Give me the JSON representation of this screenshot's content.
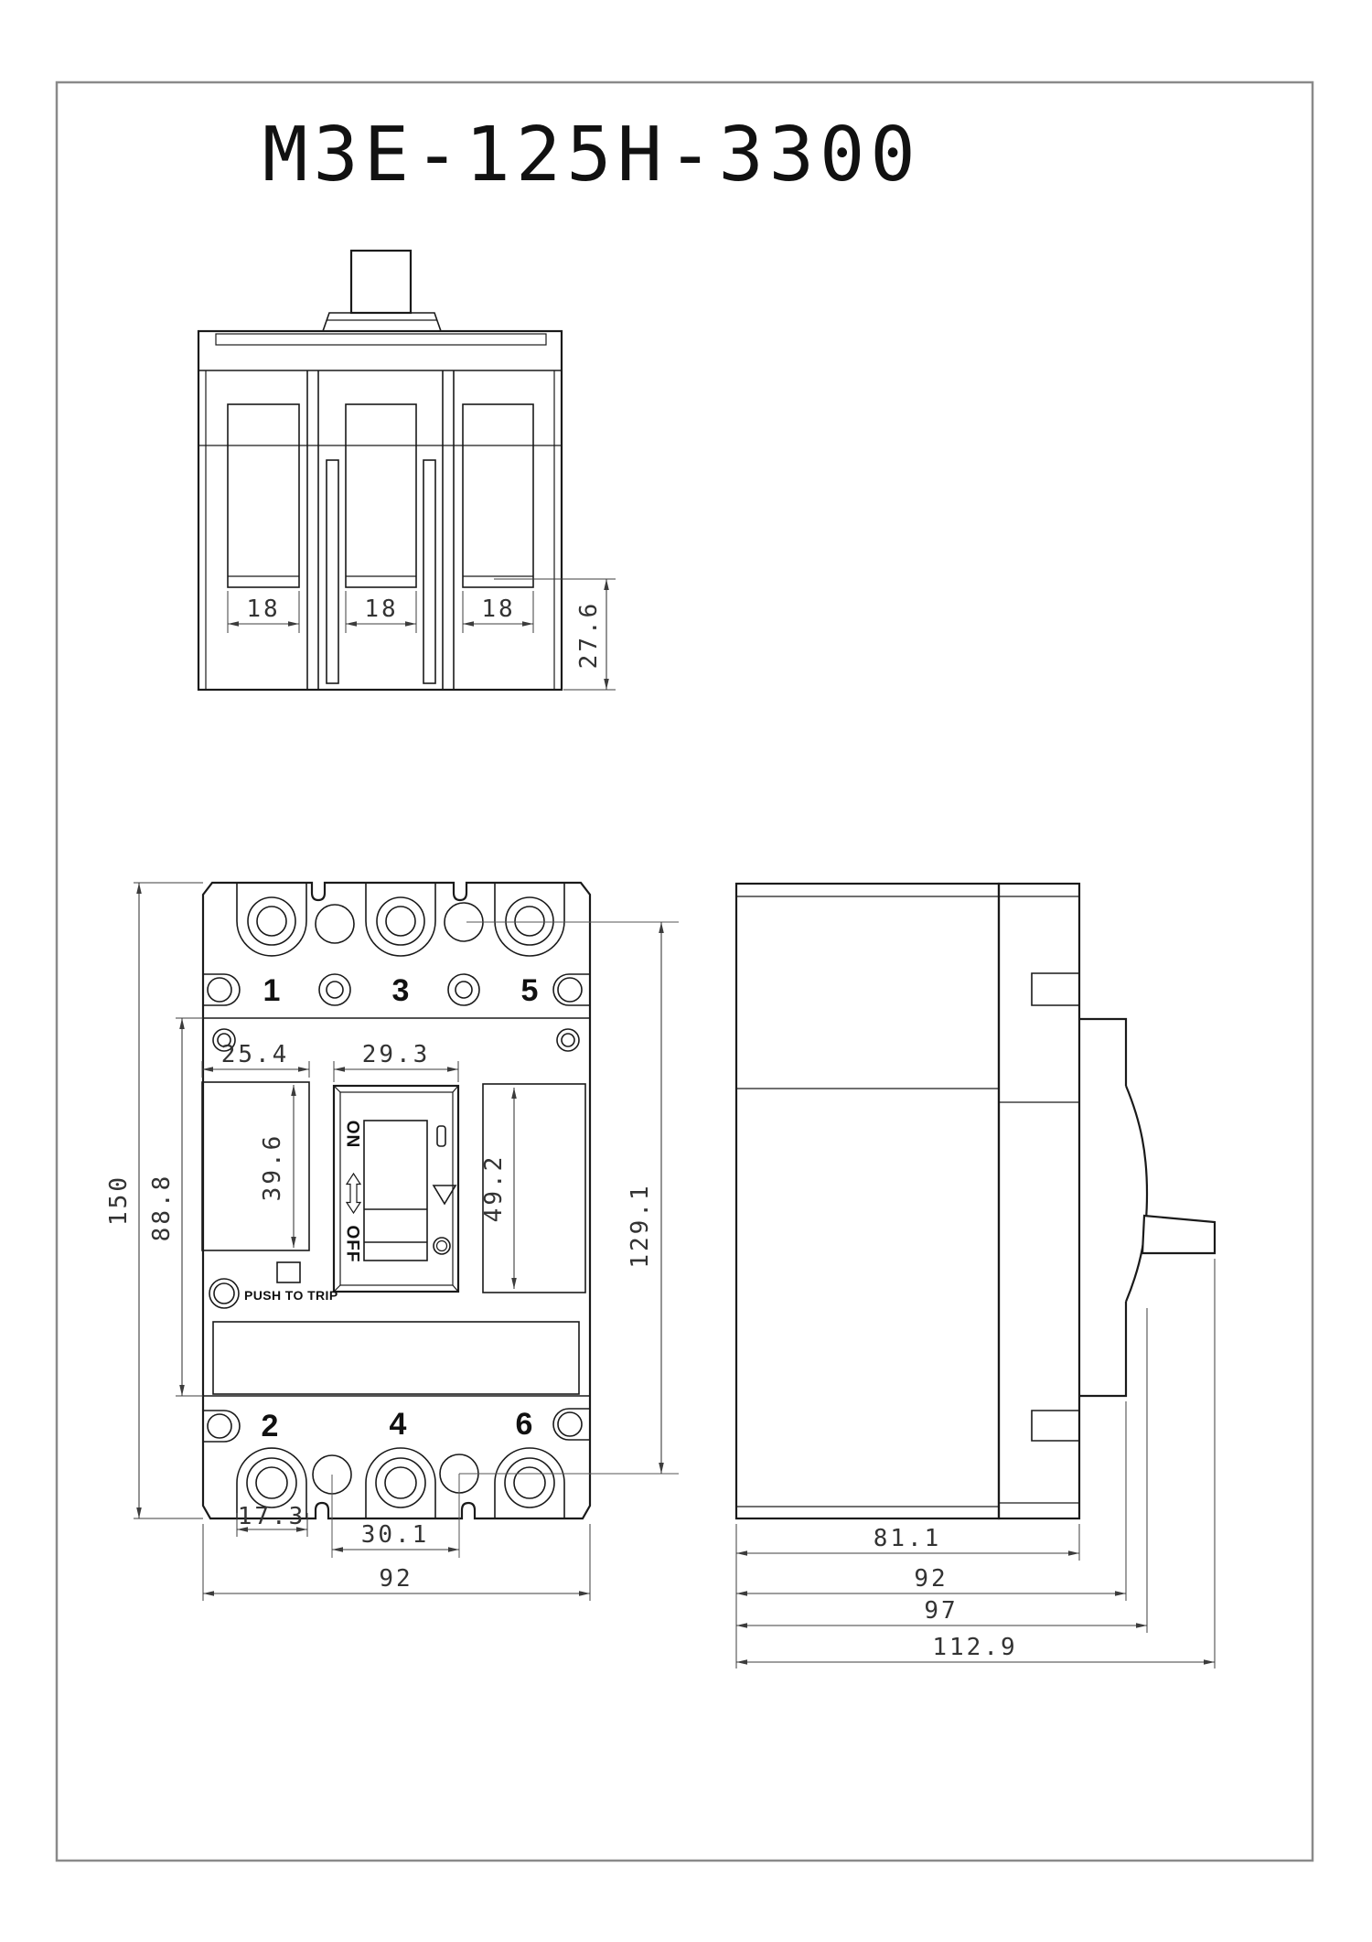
{
  "title": "M3E-125H-3300",
  "top_view": {
    "dim_pole1": "18",
    "dim_pole2": "18",
    "dim_pole3": "18",
    "dim_terminal_depth": "27.6"
  },
  "front_view": {
    "pole_top_1": "1",
    "pole_top_2": "3",
    "pole_top_3": "5",
    "pole_bottom_1": "2",
    "pole_bottom_2": "4",
    "pole_bottom_3": "6",
    "switch_on": "ON",
    "switch_off": "OFF",
    "trip_label": "PUSH TO TRIP",
    "dim_height": "150",
    "dim_cover_height": "88.8",
    "dim_window_height": "39.6",
    "dim_nameplate_width": "25.4",
    "dim_switch_width": "29.3",
    "dim_right_window_height": "49.2",
    "dim_terminal_span": "129.1",
    "dim_terminal_width": "17.3",
    "dim_hole_pitch": "30.1",
    "dim_width": "92"
  },
  "side_view": {
    "dim_base_depth": "81.1",
    "dim_body_depth": "92",
    "dim_handle_depth": "97",
    "dim_overall_depth": "112.9"
  },
  "colors": {
    "object_line": "#1a1a1a",
    "dimension_line": "#3c3c3c",
    "sheet_border": "#8a8a8a",
    "background": "#ffffff"
  }
}
